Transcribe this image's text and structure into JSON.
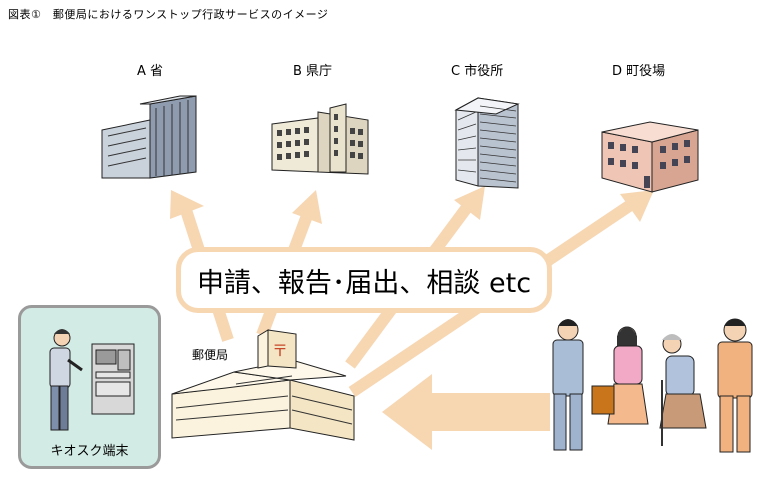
{
  "caption": "図表①　郵便局におけるワンストップ行政サービスのイメージ",
  "agencies": [
    {
      "label": "A 省",
      "icon": "office-tower-icon"
    },
    {
      "label": "B 県庁",
      "icon": "prefectural-office-icon"
    },
    {
      "label": "C 市役所",
      "icon": "city-hall-icon"
    },
    {
      "label": "D 町役場",
      "icon": "town-hall-icon"
    }
  ],
  "services_label": "申請、報告･届出、相談 etc",
  "post_office_label": "郵便局",
  "kiosk_label": "キオスク端末",
  "colors": {
    "arrow": "#f7d6b2",
    "kiosk_bg": "#d3ebe5",
    "kiosk_border": "#9a9a9a",
    "building_blue": "#9aa7b8",
    "town_hall": "#e8b8a8"
  }
}
